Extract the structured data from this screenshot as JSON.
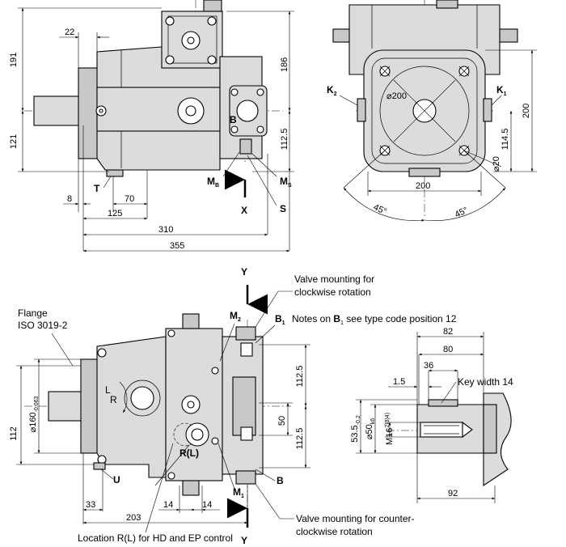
{
  "side_view": {
    "dims": {
      "d191": "191",
      "d121": "121",
      "d22": "22",
      "d186": "186",
      "d112_5": "112.5",
      "d8": "8",
      "d70": "70",
      "d125": "125",
      "d310": "310",
      "d355": "355"
    },
    "labels": {
      "B": "B",
      "T": "T",
      "MB": "M",
      "MB_sub": "B",
      "MS": "M",
      "MS_sub": "S",
      "S": "S",
      "X": "X"
    }
  },
  "front_view": {
    "dims": {
      "d200_w": "200",
      "d200_h": "200",
      "d114_5": "114.5",
      "d_dia200": "⌀200",
      "d_dia20": "⌀20",
      "ang45_l": "45°",
      "ang45_r": "45°"
    },
    "labels": {
      "K2": "K",
      "K2_sub": "2",
      "K1": "K",
      "K1_sub": "1"
    }
  },
  "bottom_view": {
    "dims": {
      "d112": "112",
      "d160": "⌀160",
      "d160_tol": "-0.063",
      "d112_5_a": "112.5",
      "d50": "50",
      "d112_5_b": "112.5",
      "d33": "33",
      "d203": "203",
      "d14_a": "14",
      "d14_b": "14"
    },
    "labels": {
      "flange1": "Flange",
      "flange2": "ISO 3019-2",
      "Y_top": "Y",
      "Y_bottom": "Y",
      "valve_cw1": "Valve mounting for",
      "valve_cw2": "clockwise rotation",
      "M2": "M",
      "M2_sub": "2",
      "B1": "B",
      "B1_sub": "1",
      "notes_pre": "Notes on ",
      "notes_B": "B",
      "notes_sub": "1",
      "notes_post": " see type code position 12",
      "U": "U",
      "RL": "R(L)",
      "M1": "M",
      "M1_sub": "1",
      "B": "B",
      "valve_ccw1": "Valve mounting for counter-",
      "valve_ccw2": "clockwise rotation",
      "location": "Location R(L) for HD and EP control",
      "L": "L",
      "R": "R"
    }
  },
  "shaft_detail": {
    "dims": {
      "d82": "82",
      "d80": "80",
      "d36": "36",
      "d1_5": "1.5",
      "key": "Key width 14",
      "d53_5": "53.5",
      "d53_5_tol": "-0.2",
      "d50": "⌀50",
      "d50_tol": "k6",
      "m16": "M16",
      "m16_tol": "2)3)4)",
      "d92": "92"
    }
  }
}
